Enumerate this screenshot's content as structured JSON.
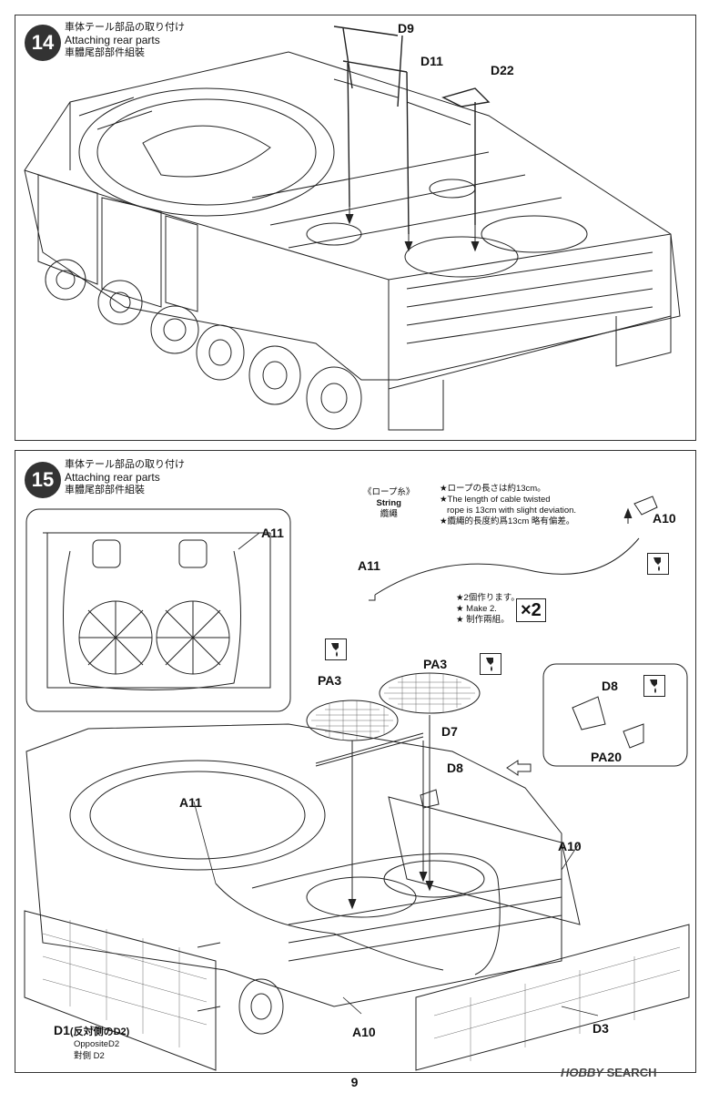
{
  "step14": {
    "number": "14",
    "title_ja": "車体テール部品の取り付け",
    "title_en": "Attaching rear parts",
    "title_zh": "車體尾部部件組裝",
    "parts": [
      "D9",
      "D11",
      "D22"
    ]
  },
  "step15": {
    "number": "15",
    "title_ja": "車体テール部品の取り付け",
    "title_en": "Attaching rear parts",
    "title_zh": "車體尾部部件組裝",
    "inset_label": "A11",
    "string": {
      "ja": "《ロープ糸》",
      "en": "String",
      "zh": "纜繩"
    },
    "rope_note": [
      "★ロープの長さは約13cm。",
      "★The length of cable twisted",
      "rope is 13cm with slight deviation.",
      "★纜繩的長度約爲13cm 略有偏差。"
    ],
    "rope_labels": {
      "left": "A11",
      "right": "A10"
    },
    "make_note": [
      "★2個作ります。",
      "★ Make 2.",
      "★ 制作兩組。"
    ],
    "multiplier": "×2",
    "mesh_labels": {
      "left": "PA3",
      "right": "PA3"
    },
    "labels": {
      "d7": "D7",
      "d8": "D8",
      "a11": "A11",
      "a10_right": "A10",
      "a10_bottom": "A10",
      "d3": "D3",
      "d1": "D1",
      "d1_note_ja": "(反対側のD2)",
      "d1_note_en": "OppositeD2",
      "d1_note_zh": "對側 D2"
    },
    "detail": {
      "d8": "D8",
      "pa20": "PA20"
    }
  },
  "page_number": "9",
  "watermark": {
    "brand": "HOBBY",
    "suffix": "SEARCH"
  },
  "icons": [
    "glue-icon",
    "glue-icon",
    "glue-icon",
    "glue-icon",
    "glue-icon"
  ]
}
